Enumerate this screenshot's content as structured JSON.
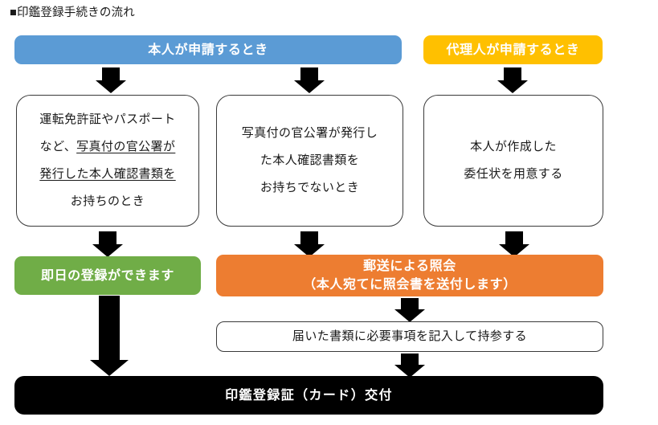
{
  "page": {
    "title": "■印鑑登録手続きの流れ"
  },
  "colors": {
    "blue": "#5B9BD5",
    "yellow": "#FFC000",
    "green": "#70AD47",
    "orange": "#ED7D31",
    "black": "#000000",
    "box_border": "#3A3A3A",
    "text_light": "#FFFFFF",
    "text_dark": "#1A1A1A"
  },
  "headers": {
    "self": "本人が申請するとき",
    "proxy": "代理人が申請するとき"
  },
  "conditions": {
    "with_photo_id": {
      "line1": "運転免許証やパスポート",
      "line2_plain": "など、",
      "line2_underlined": "写真付の官公署が",
      "line3_underlined": "発行した本人確認書類を",
      "line4": "お持ちのとき"
    },
    "without_photo_id": {
      "line1": "写真付の官公署が発行し",
      "line2": "た本人確認書類を",
      "line3": "お持ちでないとき"
    },
    "proxy_letter": {
      "line1": "本人が作成した",
      "line2": "委任状を用意する"
    }
  },
  "outcomes": {
    "same_day": "即日の登録ができます",
    "mail_inquiry_line1": "郵送による照会",
    "mail_inquiry_line2": "（本人宛てに照会書を送付します）",
    "bring_documents": "届いた書類に必要事項を記入して持参する",
    "final": "印鑑登録証（カード）交付"
  },
  "arrows": {
    "self_to_photo_id": "down-arrow",
    "self_to_no_photo_id": "down-arrow",
    "proxy_to_letter": "down-arrow",
    "photo_id_to_same_day": "down-arrow",
    "no_photo_id_to_mail": "down-arrow",
    "letter_to_mail": "down-arrow",
    "mail_to_bring": "down-arrow",
    "same_day_to_final": "down-arrow-long",
    "bring_to_final": "down-arrow"
  }
}
